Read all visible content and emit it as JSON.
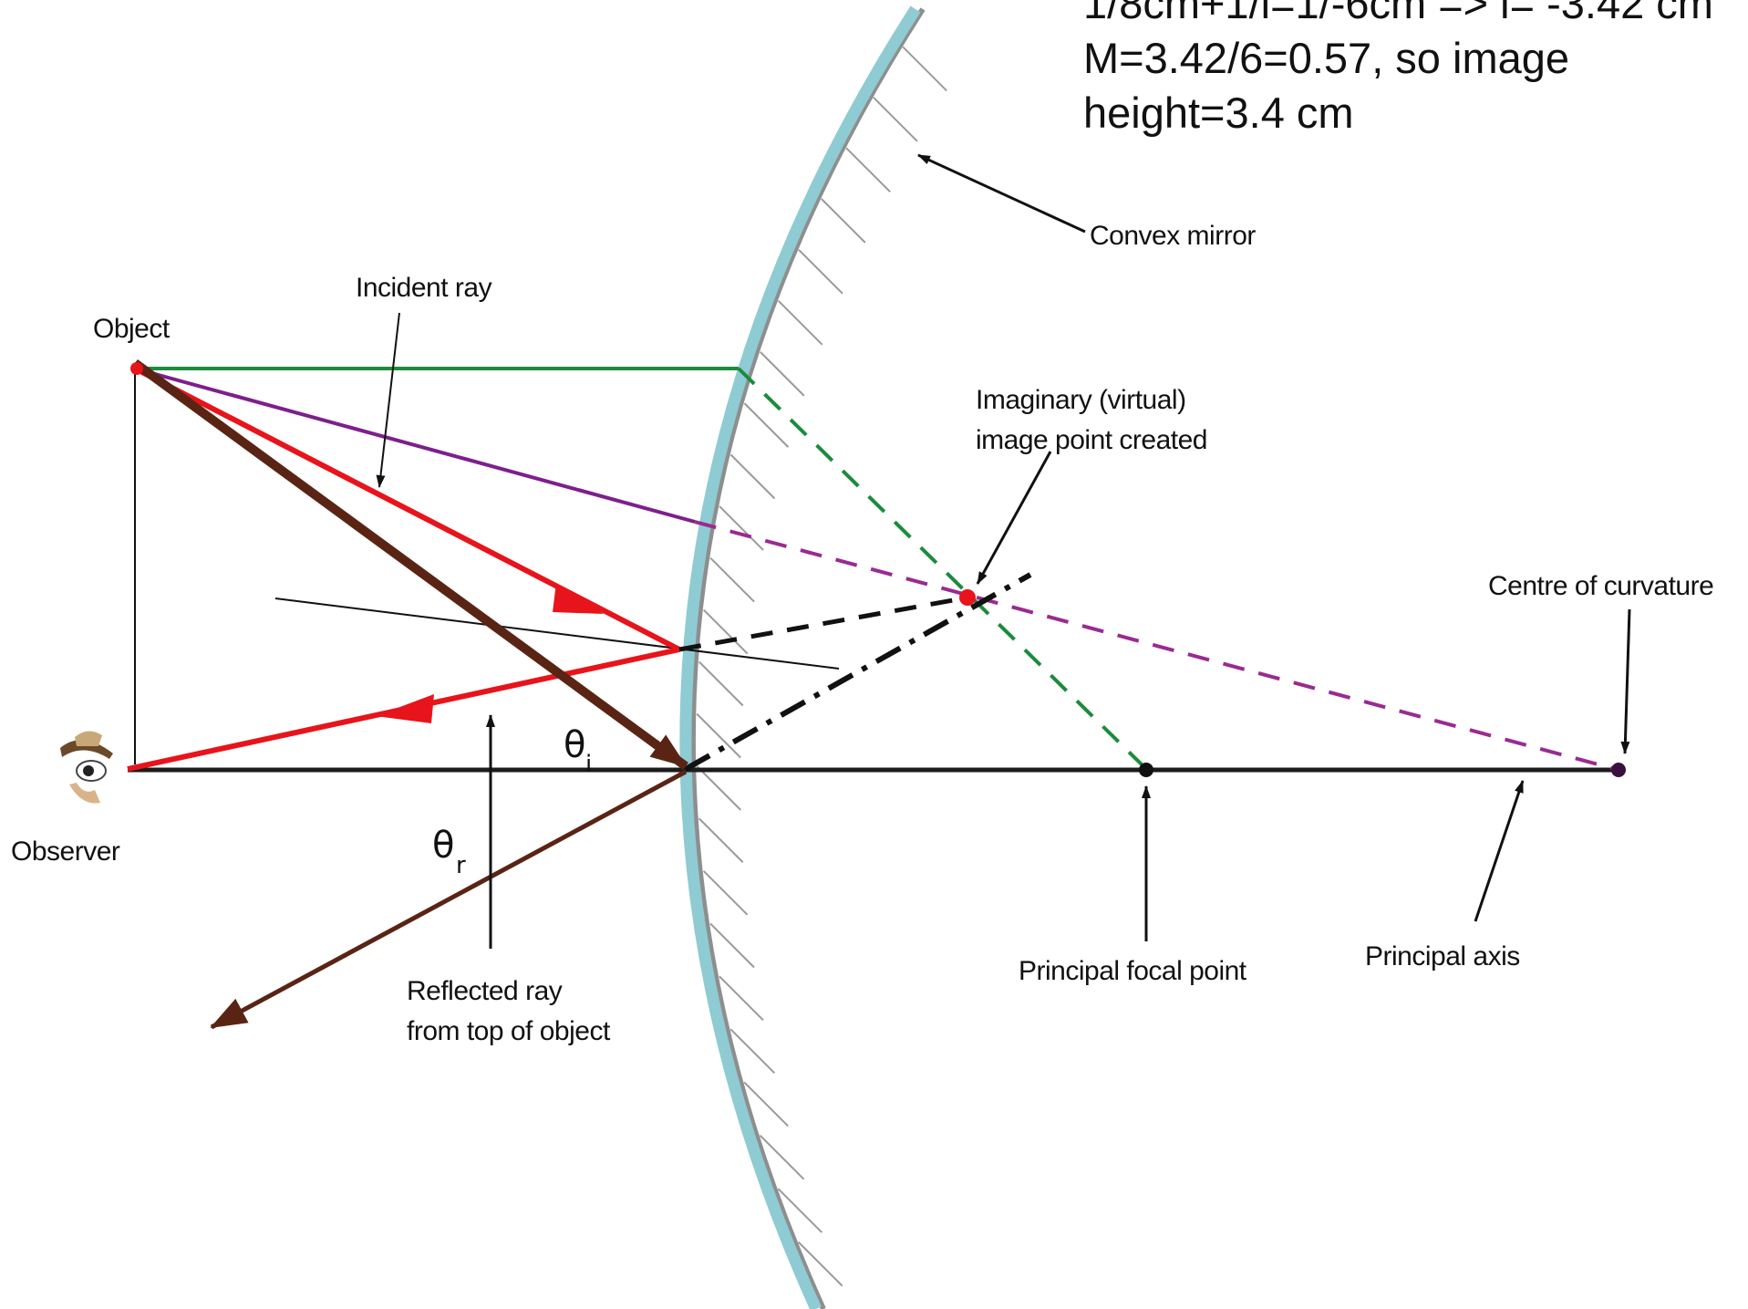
{
  "note": {
    "line1": "1/8cm+1/i=1/-6cm => i= -3.42 cm",
    "line2": "M=3.42/6=0.57, so image",
    "line3": "height=3.4 cm"
  },
  "labels": {
    "object": "Object",
    "observer": "Observer",
    "incident_ray": "Incident ray",
    "convex_mirror": "Convex mirror",
    "virtual_image_line1": "Imaginary (virtual)",
    "virtual_image_line2": "image point created",
    "centre_of_curvature": "Centre of curvature",
    "principal_focal_point": "Principal focal point",
    "principal_axis": "Principal axis",
    "reflected_ray_line1": "Reflected ray",
    "reflected_ray_line2": "from top of object",
    "theta_i_symbol": "θ",
    "theta_i_sub": "i",
    "theta_r_symbol": "θ",
    "theta_r_sub": "r"
  },
  "colors": {
    "mirror": "#8fcbd3",
    "mirror_back": "#8e8e8e",
    "ray_red": "#e8141b",
    "ray_brown": "#5a2414",
    "ray_green": "#1a8c3c",
    "ray_purple": "#7d1f8c",
    "dash_purple": "#9a2a92",
    "axis": "#1c1c1c"
  }
}
